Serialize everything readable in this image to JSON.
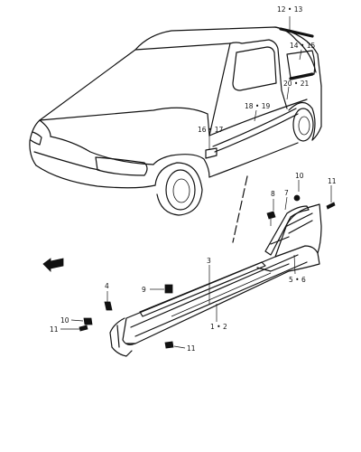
{
  "labels": {
    "p12_13": "12 • 13",
    "p14_15": "14 • 15",
    "p20_21": "20 • 21",
    "p18_19": "18 • 19",
    "p16_17": "16 • 17",
    "p10_top": "10",
    "p11_top": "11",
    "p8": "8",
    "p7": "7",
    "p3": "3",
    "p5_6": "5 • 6",
    "p4": "4",
    "p9": "9",
    "p10_left": "10",
    "p11_left": "11",
    "p1_2": "1 • 2",
    "p11_bottom": "11"
  }
}
